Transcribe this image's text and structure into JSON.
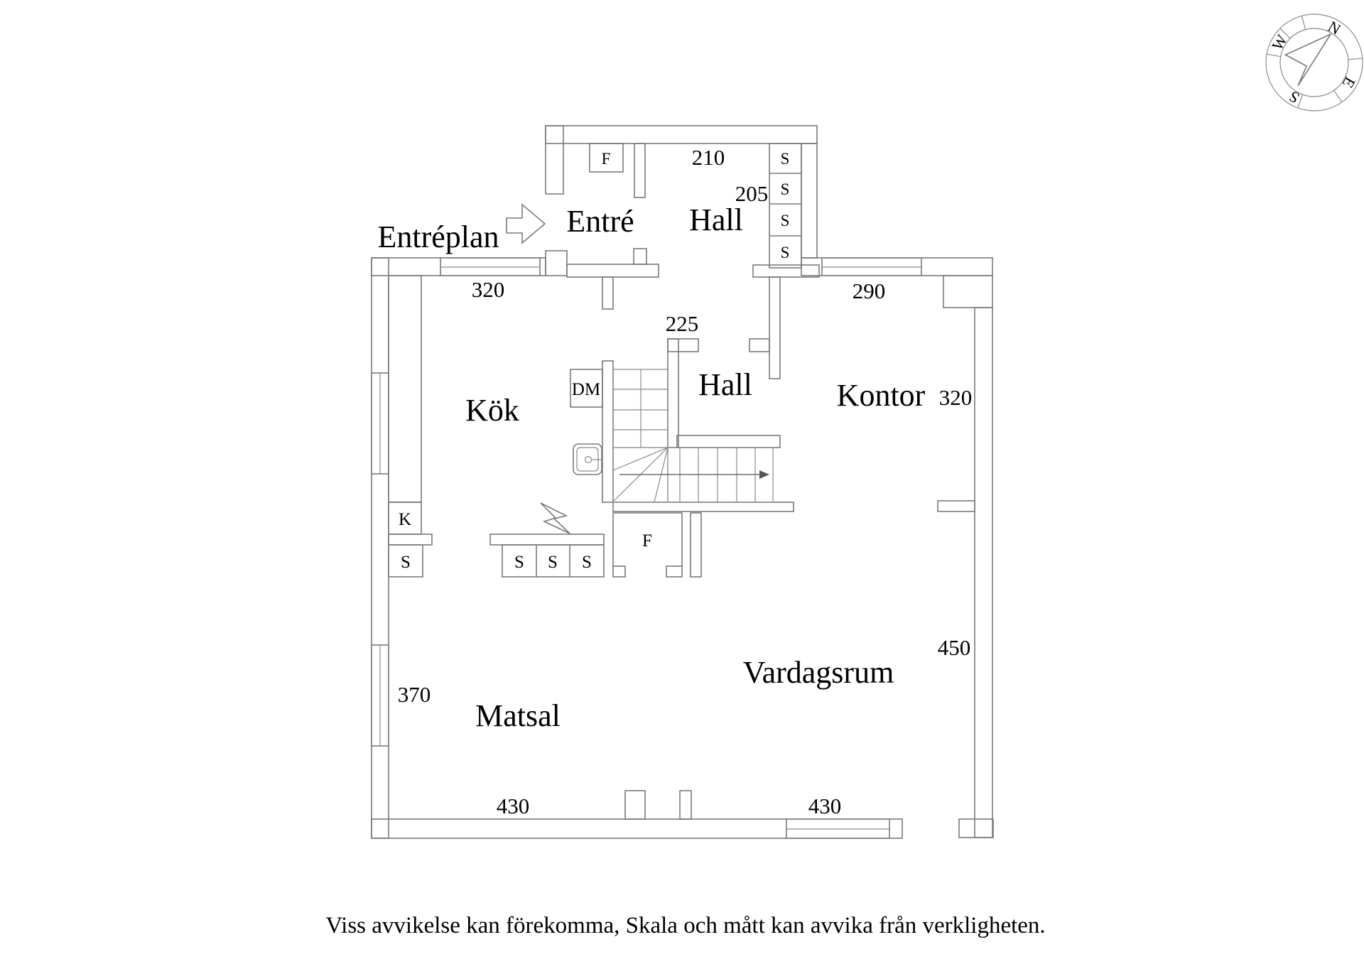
{
  "page": {
    "floor_label": "Entréplan",
    "disclaimer": "Viss avvikelse kan förekomma, Skala och mått kan avvika från verkligheten."
  },
  "compass": {
    "n": "N",
    "e": "E",
    "s": "S",
    "w": "W"
  },
  "rooms": {
    "entre": "Entré",
    "hall_upper": "Hall",
    "kok": "Kök",
    "hall_mid": "Hall",
    "kontor": "Kontor",
    "matsal": "Matsal",
    "vardagsrum": "Vardagsrum"
  },
  "dimensions": {
    "hall_upper_width": "210",
    "hall_upper_side": "205",
    "kok_top": "320",
    "hall_mid_opening": "225",
    "kontor_top": "290",
    "kontor_side": "320",
    "matsal_side": "370",
    "vardagsrum_side": "450",
    "bottom_left": "430",
    "bottom_right": "430"
  },
  "closets": {
    "tower_f": "F",
    "tower_s": [
      "S",
      "S",
      "S",
      "S"
    ],
    "kitchen_dm": "DM",
    "kitchen_k": "K",
    "kitchen_s": "S",
    "hall_s": [
      "S",
      "S",
      "S"
    ],
    "hall_f": "F"
  }
}
